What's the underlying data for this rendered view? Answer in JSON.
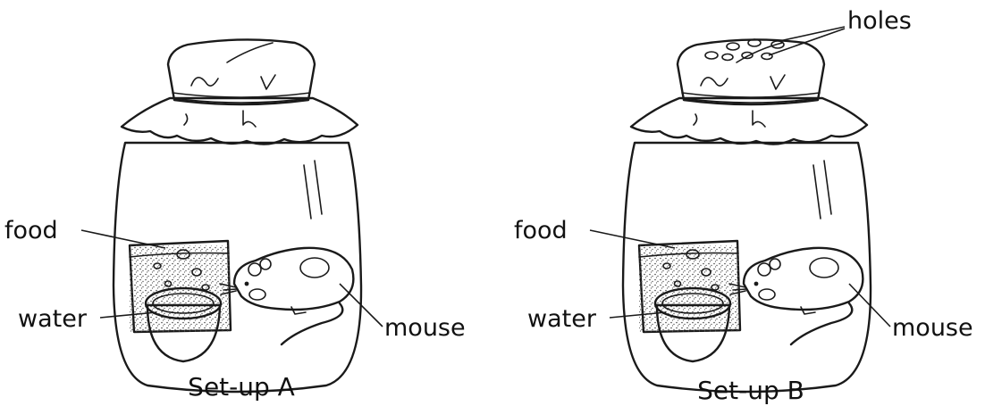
{
  "setup_a": {
    "caption": "Set-up A",
    "labels": {
      "food": "food",
      "water": "water",
      "mouse": "mouse"
    }
  },
  "setup_b": {
    "caption": "Set-up B",
    "labels": {
      "holes": "holes",
      "food": "food",
      "water": "water",
      "mouse": "mouse"
    }
  },
  "colors": {
    "ink": "#1a1a1a",
    "background": "#ffffff"
  }
}
